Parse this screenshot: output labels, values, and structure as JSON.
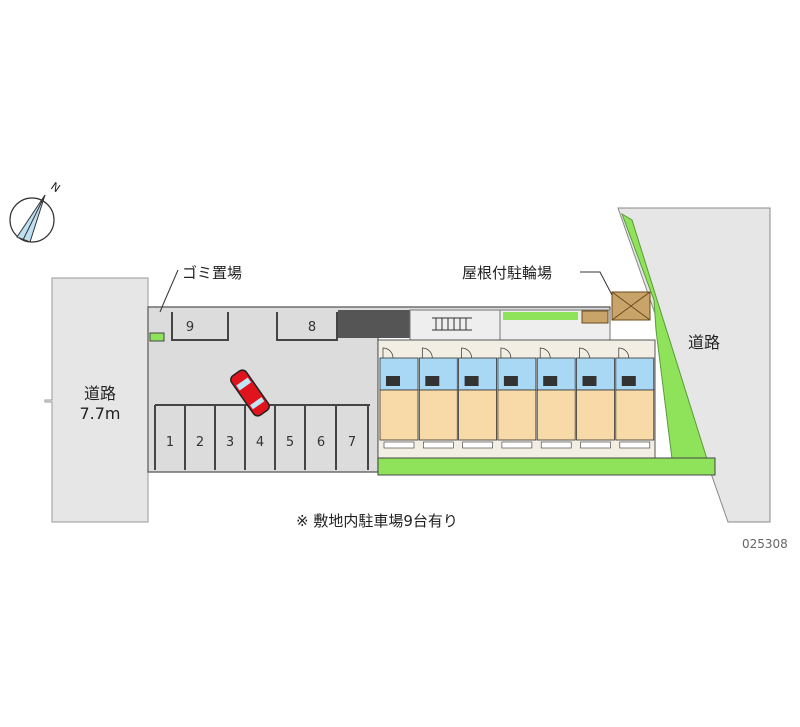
{
  "labels": {
    "garbage": "ゴミ置場",
    "bicycle_parking": "屋根付駐輪場",
    "road_right": "道路",
    "road_left": "道路",
    "road_left_width": "7.7m",
    "note": "※ 敷地内駐車場9台有り",
    "code": "025308",
    "compass": "N"
  },
  "parking": [
    "1",
    "2",
    "3",
    "4",
    "5",
    "6",
    "7",
    "8",
    "9"
  ],
  "units": 7,
  "colors": {
    "road": "#e6e6e6",
    "lot": "#dcdcdc",
    "green": "#8fe35a",
    "unit_blue": "#a9d8f5",
    "unit_tan": "#f8d9a8",
    "car": "#e0141c"
  }
}
